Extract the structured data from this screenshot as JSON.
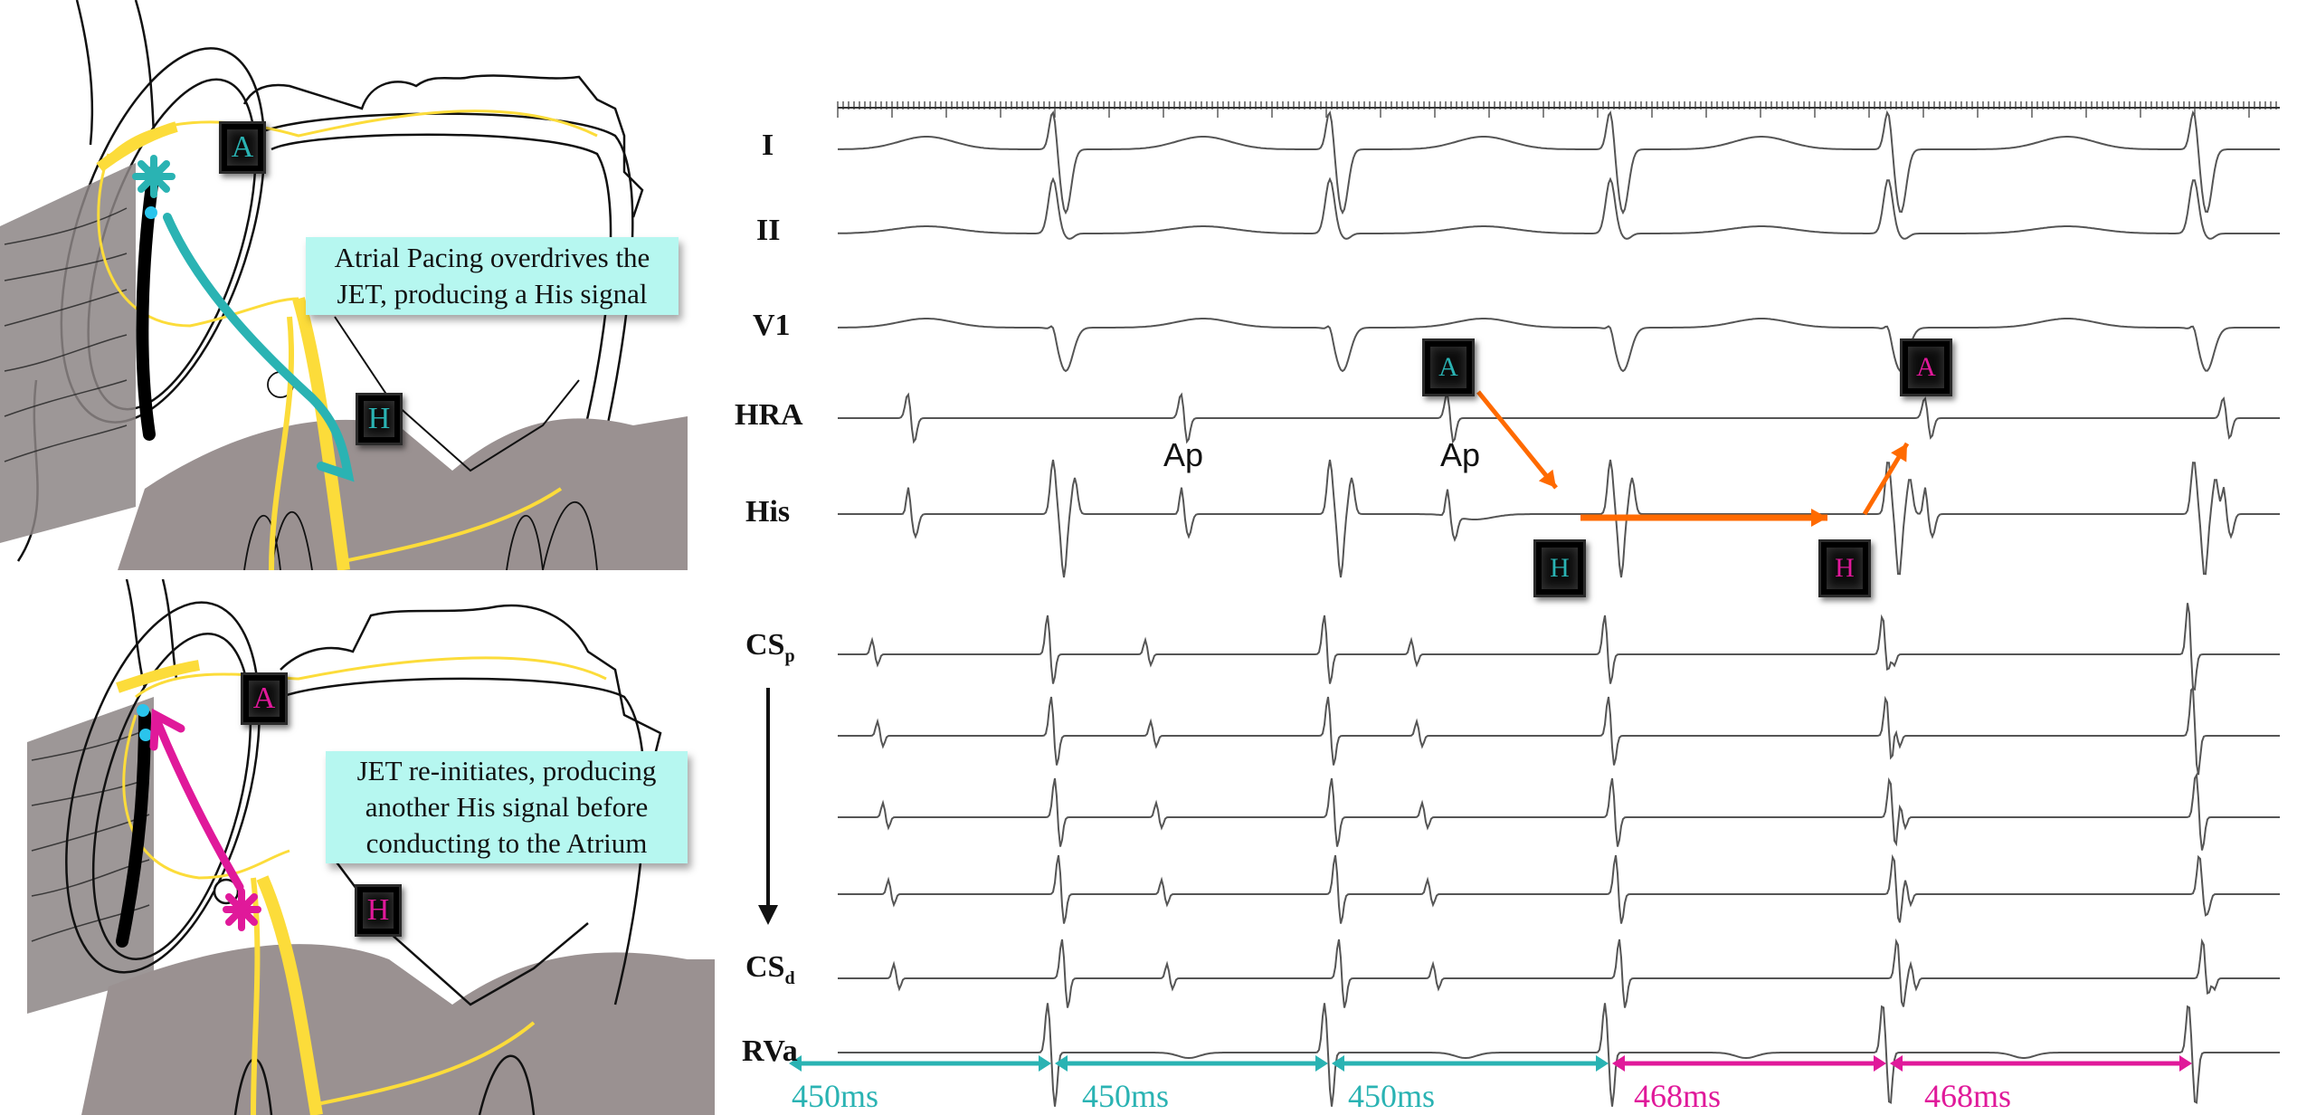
{
  "colors": {
    "teal": "#2ab3b3",
    "magenta": "#e0199a",
    "orange": "#ff6a00",
    "callout_bg": "#b6f7f0",
    "yellow": "#fcdc3a"
  },
  "top_panel": {
    "callout": "Atrial Pacing overdrives the JET, producing a His signal",
    "marker_a": "A",
    "marker_h": "H"
  },
  "bottom_panel": {
    "callout": "JET re-initiates, producing another His signal before conducting to the Atrium",
    "marker_a": "A",
    "marker_h": "H"
  },
  "ecg": {
    "leads": {
      "I": "I",
      "II": "II",
      "V1": "V1",
      "HRA": "HRA",
      "His": "His",
      "CSp": "CS",
      "CSp_sub": "p",
      "CSd": "CS",
      "CSd_sub": "d",
      "RVa": "RVa"
    },
    "pacing_labels": [
      "Ap",
      "Ap"
    ],
    "markers": [
      {
        "label": "A",
        "color": "teal"
      },
      {
        "label": "H",
        "color": "teal"
      },
      {
        "label": "H",
        "color": "magenta"
      },
      {
        "label": "A",
        "color": "magenta"
      }
    ],
    "intervals": [
      {
        "label": "450ms",
        "color": "teal"
      },
      {
        "label": "450ms",
        "color": "teal"
      },
      {
        "label": "450ms",
        "color": "teal"
      },
      {
        "label": "468ms",
        "color": "magenta"
      },
      {
        "label": "468ms",
        "color": "magenta"
      }
    ]
  }
}
